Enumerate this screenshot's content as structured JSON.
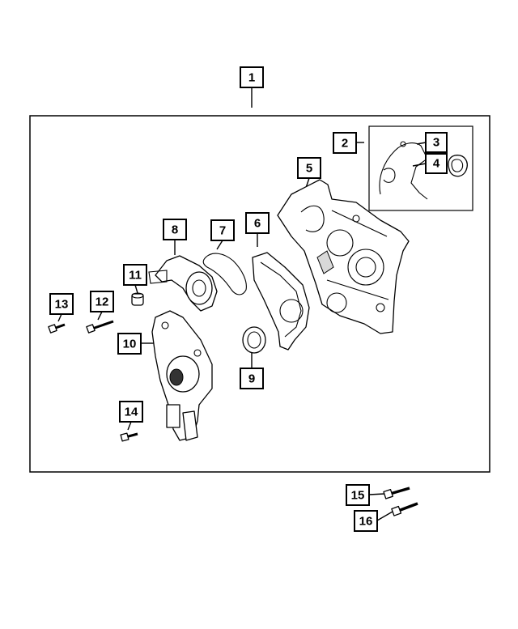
{
  "diagram": {
    "callouts": [
      {
        "id": "callout-1",
        "label": "1"
      },
      {
        "id": "callout-2",
        "label": "2"
      },
      {
        "id": "callout-3",
        "label": "3"
      },
      {
        "id": "callout-4",
        "label": "4"
      },
      {
        "id": "callout-5",
        "label": "5"
      },
      {
        "id": "callout-6",
        "label": "6"
      },
      {
        "id": "callout-7",
        "label": "7"
      },
      {
        "id": "callout-8",
        "label": "8"
      },
      {
        "id": "callout-9",
        "label": "9"
      },
      {
        "id": "callout-10",
        "label": "10"
      },
      {
        "id": "callout-11",
        "label": "11"
      },
      {
        "id": "callout-12",
        "label": "12"
      },
      {
        "id": "callout-13",
        "label": "13"
      },
      {
        "id": "callout-14",
        "label": "14"
      },
      {
        "id": "callout-15",
        "label": "15"
      },
      {
        "id": "callout-16",
        "label": "16"
      }
    ]
  }
}
